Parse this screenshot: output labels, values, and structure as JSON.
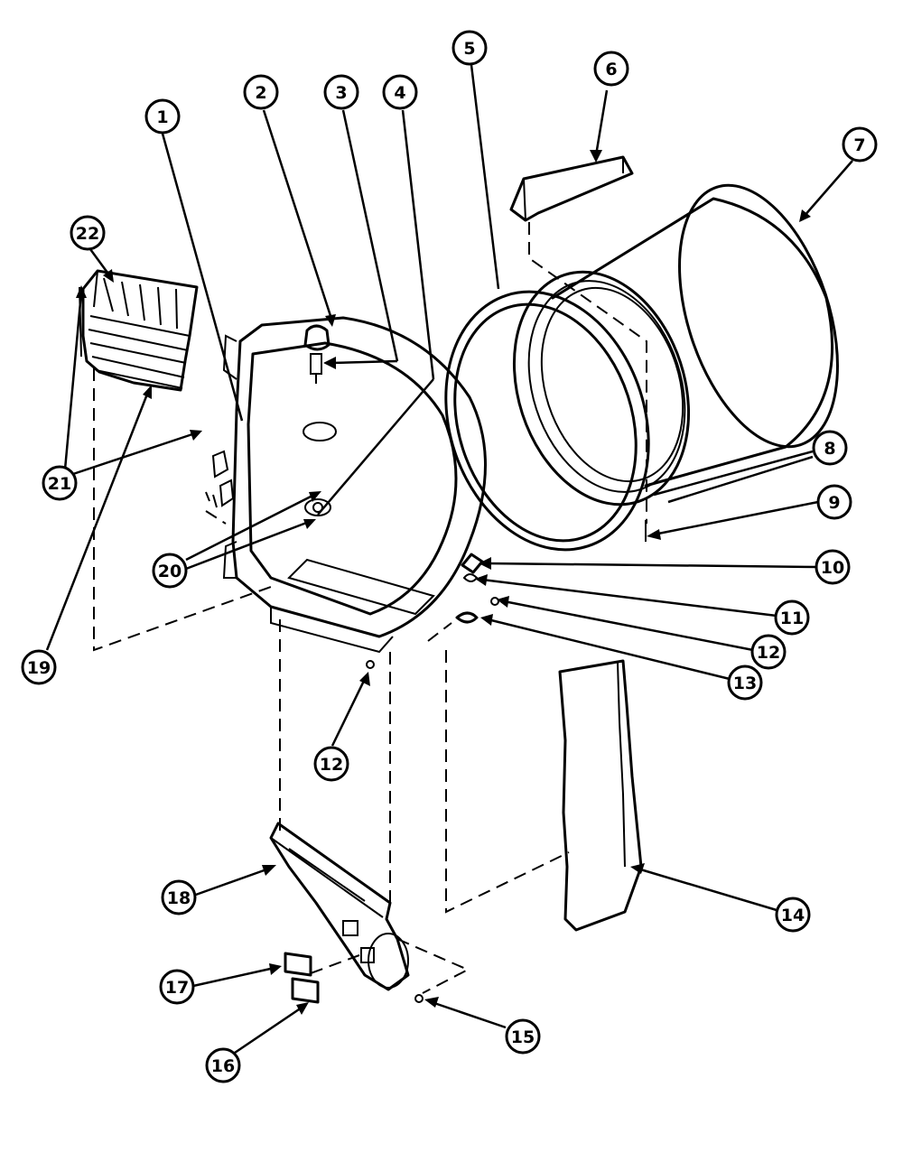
{
  "diagram": {
    "callouts": [
      {
        "id": "1",
        "label": "1"
      },
      {
        "id": "2",
        "label": "2"
      },
      {
        "id": "3",
        "label": "3"
      },
      {
        "id": "4",
        "label": "4"
      },
      {
        "id": "5",
        "label": "5"
      },
      {
        "id": "6",
        "label": "6"
      },
      {
        "id": "7",
        "label": "7"
      },
      {
        "id": "8",
        "label": "8"
      },
      {
        "id": "9",
        "label": "9"
      },
      {
        "id": "10",
        "label": "10"
      },
      {
        "id": "11",
        "label": "11"
      },
      {
        "id": "12a",
        "label": "12"
      },
      {
        "id": "12b",
        "label": "12"
      },
      {
        "id": "13",
        "label": "13"
      },
      {
        "id": "14",
        "label": "14"
      },
      {
        "id": "15",
        "label": "15"
      },
      {
        "id": "16",
        "label": "16"
      },
      {
        "id": "17",
        "label": "17"
      },
      {
        "id": "18",
        "label": "18"
      },
      {
        "id": "19",
        "label": "19"
      },
      {
        "id": "20",
        "label": "20"
      },
      {
        "id": "21",
        "label": "21"
      },
      {
        "id": "22",
        "label": "22"
      }
    ]
  }
}
